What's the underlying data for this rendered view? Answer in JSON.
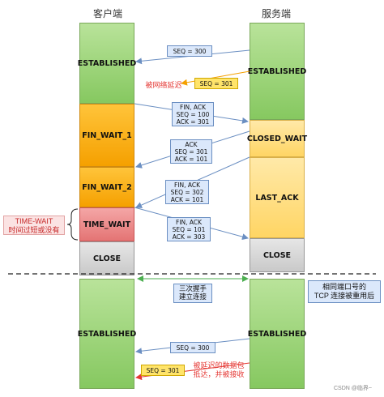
{
  "header": {
    "client": "客户端",
    "server": "服务端"
  },
  "client_states": {
    "established": "ESTABLISHED",
    "fin_wait_1": "FIN_WAIT_1",
    "fin_wait_2": "FIN_WAIT_2",
    "time_wait": "TIME_WAIT",
    "close": "CLOSE",
    "established_new": "ESTABLISHED"
  },
  "server_states": {
    "established": "ESTABLISHED",
    "closed_wait": "CLOSED_WAIT",
    "last_ack": "LAST_ACK",
    "close": "CLOSE",
    "established_new": "ESTABLISHED"
  },
  "messages": {
    "seq300_top": "SEQ = 300",
    "seq301_delayed": "SEQ = 301",
    "delayed_note": "被网络延迟",
    "fin_ack_1": [
      "FIN, ACK",
      "SEQ = 100",
      "ACK = 301"
    ],
    "ack_1": [
      "ACK",
      "SEQ = 301",
      "ACK = 101"
    ],
    "fin_ack_2": [
      "FIN, ACK",
      "SEQ = 302",
      "ACK = 101"
    ],
    "fin_ack_3": [
      "FIN, ACK",
      "SEQ = 101",
      "ACK = 303"
    ],
    "handshake": [
      "三次握手",
      "建立连接"
    ],
    "seq300_bottom": "SEQ = 300",
    "seq301_bottom": "SEQ = 301",
    "received_note": [
      "被延迟的数据包",
      "抵达，并被接收"
    ]
  },
  "annotations": {
    "time_wait_note": [
      "TIME-WAIT",
      "时间过短或没有"
    ],
    "reuse_note": [
      "相同端口号的",
      "TCP 连接被重用后"
    ]
  },
  "watermark": "CSDN @临界~",
  "colors": {
    "arrow": "#6b8fc2",
    "red_arrow": "#e53935",
    "green_arrow": "#4caf50",
    "red_text": "#e53935",
    "orange_arrow": "#f5a000"
  }
}
